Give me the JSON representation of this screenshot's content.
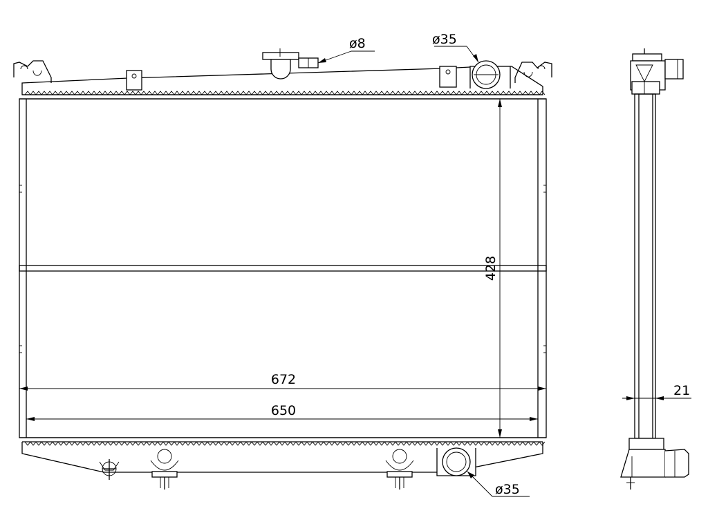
{
  "dimensions": {
    "hose_top_dia": "ø35",
    "hose_bottom_dia": "ø35",
    "sensor_dia": "ø8",
    "height": "428",
    "overall_width": "672",
    "core_width": "650",
    "core_thickness": "21"
  },
  "colors": {
    "line": "#000000",
    "background": "#ffffff"
  }
}
